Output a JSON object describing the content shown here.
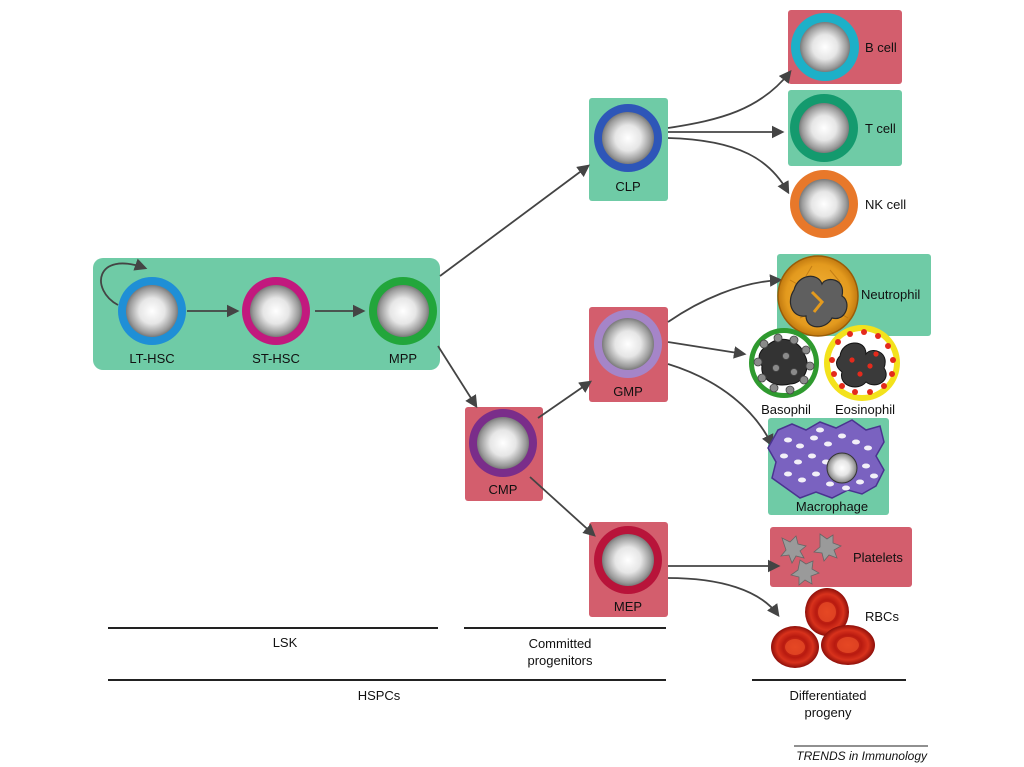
{
  "colors": {
    "green_box": "#6fcba6",
    "red_box": "#d35e6d",
    "arrow": "#444444",
    "lt_hsc_ring": "#1f8fd6",
    "st_hsc_ring": "#c2197e",
    "mpp_ring": "#22a63b",
    "clp_ring": "#2e56b8",
    "cmp_ring": "#7a2d8a",
    "gmp_ring": "#a585c8",
    "mep_ring": "#b8143a",
    "b_cell_ring": "#1db0c8",
    "t_cell_ring": "#149a6e",
    "nk_cell_ring": "#e8782a",
    "rbc": "#c8241a"
  },
  "cells": {
    "lt_hsc": "LT-HSC",
    "st_hsc": "ST-HSC",
    "mpp": "MPP",
    "clp": "CLP",
    "cmp": "CMP",
    "gmp": "GMP",
    "mep": "MEP",
    "b_cell": "B cell",
    "t_cell": "T cell",
    "nk_cell": "NK cell",
    "neutrophil": "Neutrophil",
    "basophil": "Basophil",
    "eosinophil": "Eosinophil",
    "macrophage": "Macrophage",
    "platelets": "Platelets",
    "rbcs": "RBCs"
  },
  "footer": {
    "lsk": "LSK",
    "committed_line1": "Committed",
    "committed_line2": "progenitors",
    "hspcs": "HSPCs",
    "differentiated_line1": "Differentiated",
    "differentiated_line2": "progeny",
    "journal": "TRENDS in Immunology"
  }
}
